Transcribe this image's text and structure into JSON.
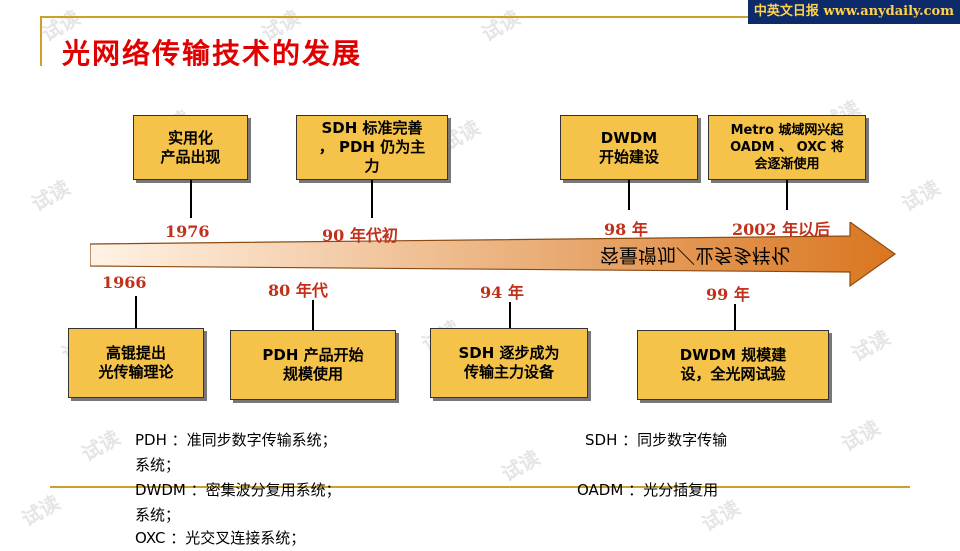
{
  "brand": "中英文日报 www.anydaily.com",
  "title": "光网络传输技术的发展",
  "arrow_label": "容量增加／业务多样化",
  "top_events": [
    {
      "text": "实用化\n产品出现",
      "year": "1976"
    },
    {
      "text": "SDH 标准完善\n， PDH 仍为主\n力",
      "year": "90 年代初"
    },
    {
      "text": "DWDM\n开始建设",
      "year": "98 年"
    },
    {
      "text": "Metro 城域网兴起\nOADM 、 OXC 将\n会逐渐使用",
      "year": "2002 年以后"
    }
  ],
  "bottom_events": [
    {
      "text": "高锟提出\n光传输理论",
      "year": "1966"
    },
    {
      "text": "PDH 产品开始\n规模使用",
      "year": "80 年代"
    },
    {
      "text": "SDH 逐步成为\n传输主力设备",
      "year": "94 年"
    },
    {
      "text": "DWDM 规模建\n设，全光网试验",
      "year": "99 年"
    }
  ],
  "notes": {
    "line1_left": "PDH ：准同步数字传输系统；",
    "line1_right": "SDH ：同步数字传输",
    "line2": "系统；",
    "line3_left": "DWDM ：密集波分复用系统；",
    "line3_right": "OADM ：光分插复用",
    "line4": "系统；",
    "line5": "OXC ：光交叉连接系统；"
  },
  "watermark": "试读",
  "colors": {
    "title": "#e00000",
    "year": "#c0301a",
    "box": "#f5c34a",
    "rule": "#c9a227",
    "arrow_start": "#fff3e6",
    "arrow_end": "#d9761f"
  }
}
